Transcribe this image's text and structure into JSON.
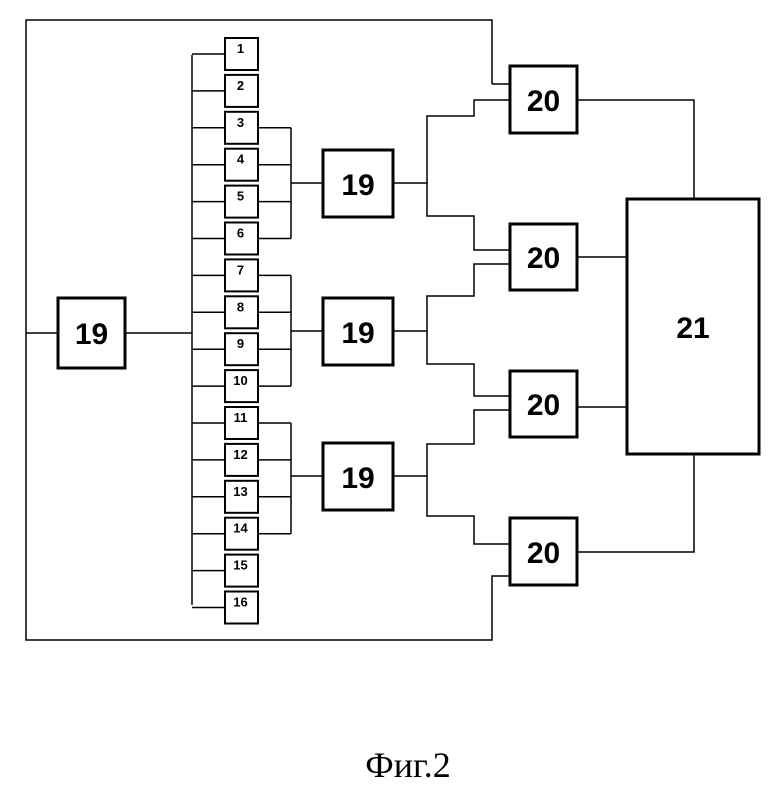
{
  "blocks": {
    "cells": [
      "1",
      "2",
      "3",
      "4",
      "5",
      "6",
      "7",
      "8",
      "9",
      "10",
      "11",
      "12",
      "13",
      "14",
      "15",
      "16"
    ],
    "left_block": "19",
    "mid_blocks": [
      "19",
      "19",
      "19"
    ],
    "right_blocks": [
      "20",
      "20",
      "20",
      "20"
    ],
    "main_block": "21"
  },
  "caption": "Фиг.2"
}
